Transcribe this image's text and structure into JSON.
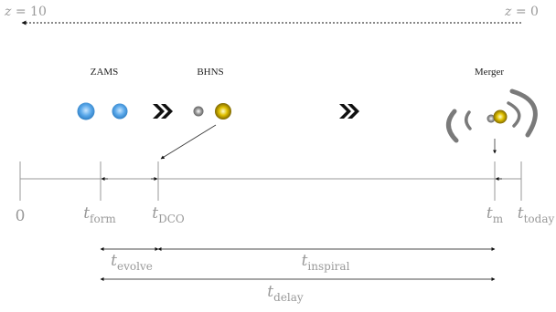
{
  "redshift": {
    "left_var": "z",
    "left_value": "10",
    "right_var": "z",
    "right_value": "0"
  },
  "stages": {
    "zams": "ZAMS",
    "bhns": "BHNS",
    "merger": "Merger"
  },
  "timeline_ticks": {
    "zero": "0",
    "t_form": {
      "var": "t",
      "sub": "form"
    },
    "t_dco": {
      "var": "t",
      "sub": "DCO"
    },
    "t_m": {
      "var": "t",
      "sub": "m"
    },
    "t_today": {
      "var": "t",
      "sub": "today"
    }
  },
  "intervals": {
    "t_evolve": {
      "var": "t",
      "sub": "evolve"
    },
    "t_inspiral": {
      "var": "t",
      "sub": "inspiral"
    },
    "t_delay": {
      "var": "t",
      "sub": "delay"
    }
  },
  "icons": {
    "forward_chevrons": "chevron-double-right-icon",
    "gravitational_waves": "gravitational-wave-icon"
  },
  "colors": {
    "star_blue": "#4a9ee0",
    "neutron_star_gray": "#8a8a8a",
    "black_hole_yellow": "#c8a800",
    "axis_gray": "#999999",
    "arrow_dark": "#111111"
  }
}
